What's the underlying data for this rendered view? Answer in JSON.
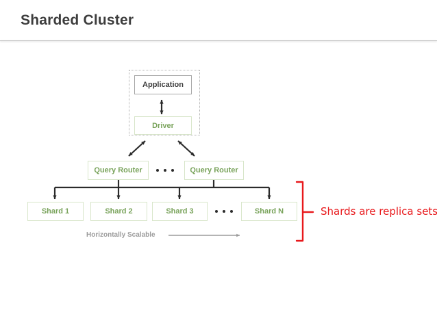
{
  "header": {
    "title": "Sharded Cluster"
  },
  "diagram": {
    "type": "architecture-diagram",
    "client_group": {
      "application": {
        "label": "Application",
        "text_color": "#3d3d3d",
        "border_color": "#a6a6a6"
      },
      "driver": {
        "label": "Driver",
        "text_color": "#79a35b",
        "border_color": "#d8e6ca"
      },
      "link": "bidirectional-arrow"
    },
    "query_routers": [
      {
        "label": "Query Router"
      },
      {
        "label": "Query Router"
      }
    ],
    "router_ellipsis": "...",
    "shards": [
      {
        "label": "Shard 1"
      },
      {
        "label": "Shard 2"
      },
      {
        "label": "Shard 3"
      },
      {
        "label": "Shard N"
      }
    ],
    "shard_ellipsis": "...",
    "scalability_label": "Horizontally Scalable",
    "annotation": {
      "text": "Shards are replica sets",
      "color": "#e8191c",
      "marker": "curly-brace"
    }
  },
  "colors": {
    "green": "#79a35b",
    "green_border": "#d8e6ca",
    "dark_gray": "#3d3d3d",
    "mid_gray": "#9b9b9b",
    "rule_gray": "#c2c2c2",
    "red": "#e8191c",
    "background": "#ffffff"
  }
}
